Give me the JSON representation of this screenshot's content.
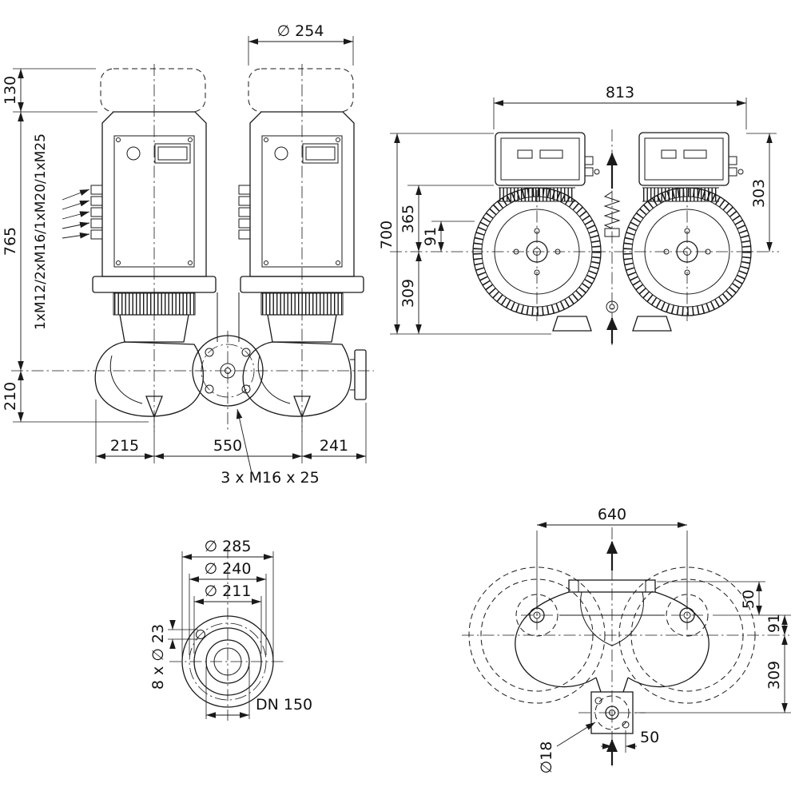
{
  "drawing": {
    "front": {
      "dia_motor": "∅ 254",
      "clearance_height": "130",
      "total_height": "765",
      "cable_glands": "1xM12/2xM16/1xM20/1xM25",
      "base_height": "210",
      "offset_left": "215",
      "pump_spacing": "550",
      "offset_right": "241",
      "flange_screws": "3 x M16 x 25"
    },
    "side": {
      "total_width": "813",
      "dim_365": "365",
      "dim_91": "91",
      "dim_700": "700",
      "dim_309": "309",
      "dim_303": "303"
    },
    "flange": {
      "dia_outer": "∅ 285",
      "dia_bolt_circle": "∅ 240",
      "dia_raised_face": "∅ 211",
      "bolt_holes": "8 x ∅ 23",
      "nominal_bore": "DN 150"
    },
    "top": {
      "port_spacing": "640",
      "dim_50_side": "50",
      "dim_91": "91",
      "dim_309": "309",
      "dim_50_bottom": "50",
      "dia_drain_holes": "∅18"
    }
  }
}
